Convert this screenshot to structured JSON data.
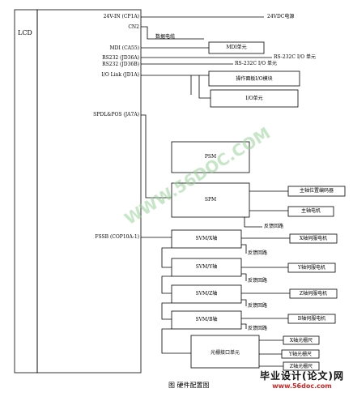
{
  "lcd_label": "LCD",
  "connectors": {
    "power": "24V-IN (CP1A)",
    "cn2": "CN2",
    "mdi": "MDI (CA55)",
    "rs232_a": "RS232 (JD36A)",
    "rs232_b": "RS232 (JD36B)",
    "io_link": "I/O Link (JD1A)",
    "spdl": "SPDL&POS (JA7A)",
    "fssb": "FSSB (COP10A-1)"
  },
  "units": {
    "power": "24VDC电源",
    "data_cable": "数据电缆",
    "mdi": "MDI单元",
    "rs232_a": "RS-232C I/O 单元",
    "rs232_b": "RS-232C I/O 单元",
    "panel_io": "操作面板I/O模块",
    "io_unit": "I/O单元",
    "psm": "PSM",
    "spm": "SPM",
    "spindle_encoder": "主轴位置编码器",
    "spindle_motor": "主轴电机",
    "spindle_feedback": "反馈回路",
    "svm_x": "SVM/X轴",
    "svm_y": "SVM/Y轴",
    "svm_z": "SVM/Z轴",
    "svm_b": "SVM/B轴",
    "x_motor": "X轴伺服电机",
    "y_motor": "Y轴伺服电机",
    "z_motor": "Z轴伺服电机",
    "b_motor": "B轴伺服电机",
    "fb_x": "反馈回路",
    "fb_y": "反馈回路",
    "fb_z": "反馈回路",
    "fb_b": "反馈回路",
    "scale_interface": "光栅接口单元",
    "x_scale": "X轴光栅尺",
    "y_scale": "Y轴光栅尺",
    "z_scale": "Z轴光栅尺"
  },
  "caption": "图 硬件配置图",
  "watermark": "WWW.56DOC.COM",
  "logo": {
    "line1": "毕业设计(论文)网",
    "line2": "www.56doc.com"
  }
}
